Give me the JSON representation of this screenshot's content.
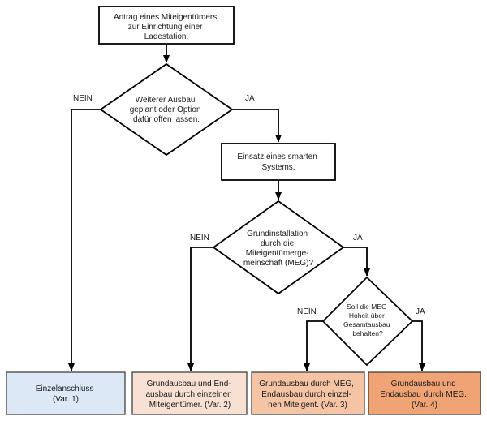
{
  "nodes": {
    "start": {
      "lines": [
        "Antrag eines Miteigentümers",
        "zur Einrichtung einer",
        "Ladestation."
      ]
    },
    "decision1": {
      "lines": [
        "Weiterer Ausbau",
        "geplant oder Option",
        "dafür offen lassen."
      ]
    },
    "smart": {
      "lines": [
        "Einsatz eines smarten",
        "Systems."
      ]
    },
    "decision2": {
      "lines": [
        "Grundinstallation",
        "durch die",
        "Miteigentümerge-",
        "meinschaft (MEG)?"
      ]
    },
    "decision3": {
      "lines": [
        "Soll die MEG",
        "Hoheit über",
        "Gesamtausbau",
        "behalten?"
      ]
    },
    "var1": {
      "lines": [
        "Einzelanschluss",
        "(Var. 1)"
      ]
    },
    "var2": {
      "lines": [
        "Grundausbau und End-",
        "ausbau durch einzelnen",
        "Miteigentümer. (Var. 2)"
      ]
    },
    "var3": {
      "lines": [
        "Grundausbau durch MEG,",
        "Endausbau durch einzel-",
        "nen Miteigent. (Var. 3)"
      ]
    },
    "var4": {
      "lines": [
        "Grundausbau und",
        "Endausbau durch MEG.",
        "(Var. 4)"
      ]
    }
  },
  "branch_labels": {
    "d1_no": "NEIN",
    "d1_yes": "JA",
    "d2_no": "NEIN",
    "d2_yes": "JA",
    "d3_no": "NEIN",
    "d3_yes": "JA"
  },
  "colors": {
    "line": "#000000",
    "var1_fill": "#dce8f5",
    "var2_fill": "#f8e0d2",
    "var3_fill": "#f5c4a4",
    "var4_fill": "#f0a375",
    "outcome_border": "#333333"
  }
}
